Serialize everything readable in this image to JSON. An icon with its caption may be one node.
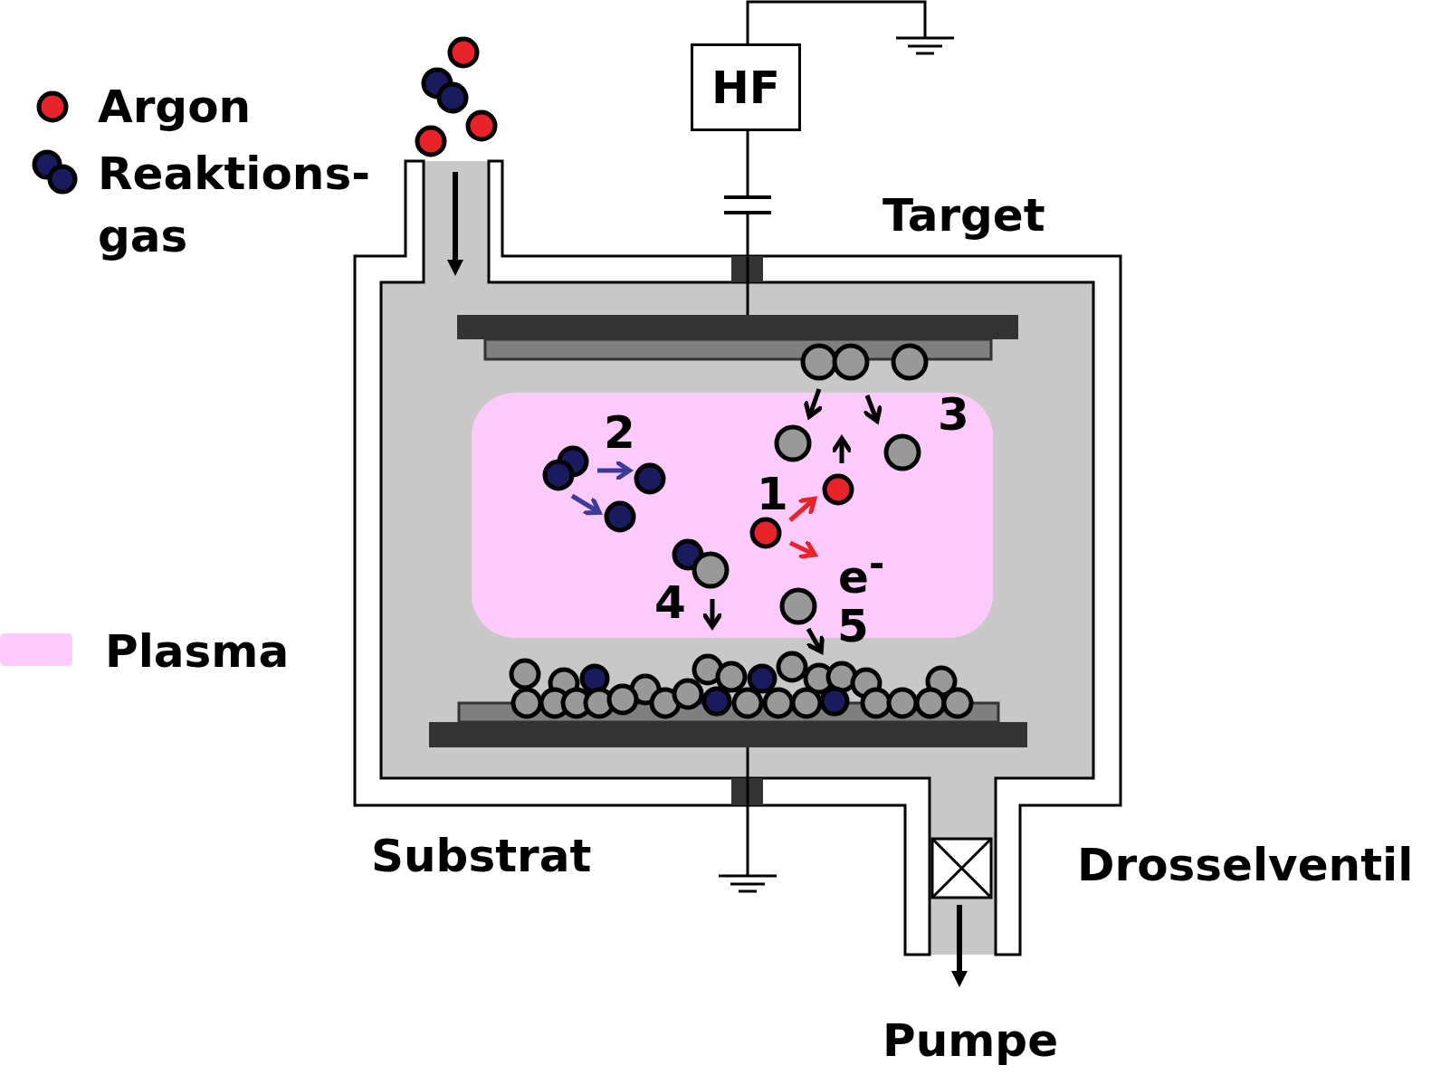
{
  "diagram": {
    "nodes": [
      {
        "text": [
          "HF"
        ]
      },
      {
        "text": [],
        "shape": "ground"
      },
      {
        "text": [],
        "shape": "capacitor"
      },
      {
        "text": [],
        "shape": "bar"
      },
      {
        "text": [],
        "shape": "bar"
      },
      {
        "text": [],
        "shape": "ground"
      }
    ],
    "edges": [
      {
        "from": 0,
        "to": 1,
        "arrow": "none"
      },
      {
        "from": 0,
        "to": 2,
        "arrow": "none"
      },
      {
        "from": 2,
        "to": 3,
        "arrow": "none"
      },
      {
        "from": 4,
        "to": 5,
        "arrow": "none"
      }
    ],
    "labels": [
      "Target",
      "2",
      "3",
      "1",
      "e$^{-}$",
      "4",
      "5",
      "Substrat",
      "Drosselventil",
      "Pumpe"
    ],
    "legend": [
      {
        "text": "Argon"
      },
      {
        "text": "Reaktions- gas"
      },
      {
        "text": "Plasma",
        "color": "#fccbfc"
      }
    ]
  }
}
